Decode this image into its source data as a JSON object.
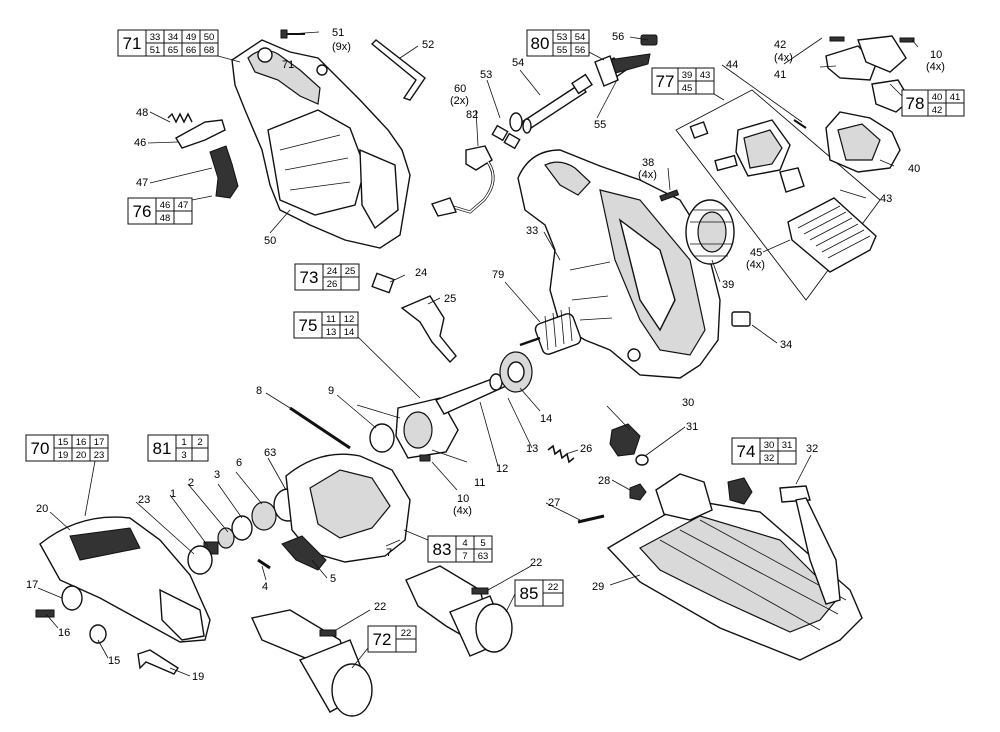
{
  "diagram": {
    "part_labels": [
      "51",
      "(9x)",
      "52",
      "56",
      "42",
      "(4x)",
      "10",
      "(4x)",
      "41",
      "71",
      "60",
      "(2x)",
      "53",
      "54",
      "44",
      "48",
      "82",
      "55",
      "46",
      "47",
      "38",
      "(4x)",
      "40",
      "43",
      "50",
      "33",
      "45",
      "(4x)",
      "39",
      "24",
      "25",
      "79",
      "34",
      "8",
      "9",
      "30",
      "31",
      "32",
      "10",
      "(4x)",
      "63",
      "14",
      "13",
      "12",
      "11",
      "26",
      "28",
      "6",
      "3",
      "27",
      "2",
      "23",
      "1",
      "20",
      "4",
      "5",
      "7",
      "22",
      "29",
      "17",
      "16",
      "15",
      "22",
      "19"
    ],
    "kits": [
      {
        "main": "71",
        "subs": [
          "33",
          "34",
          "49",
          "50",
          "51",
          "65",
          "66",
          "68"
        ]
      },
      {
        "main": "80",
        "subs": [
          "53",
          "54",
          "55",
          "56"
        ]
      },
      {
        "main": "77",
        "subs": [
          "39",
          "43",
          "45",
          ""
        ]
      },
      {
        "main": "78",
        "subs": [
          "40",
          "41",
          "42",
          ""
        ]
      },
      {
        "main": "76",
        "subs": [
          "46",
          "47",
          "48",
          ""
        ]
      },
      {
        "main": "73",
        "subs": [
          "24",
          "25",
          "26",
          ""
        ]
      },
      {
        "main": "75",
        "subs": [
          "11",
          "12",
          "13",
          "14"
        ]
      },
      {
        "main": "70",
        "subs": [
          "15",
          "16",
          "17",
          "19",
          "20",
          "23"
        ]
      },
      {
        "main": "81",
        "subs": [
          "1",
          "2",
          "3",
          ""
        ]
      },
      {
        "main": "74",
        "subs": [
          "30",
          "31",
          "32",
          ""
        ]
      },
      {
        "main": "83",
        "subs": [
          "4",
          "5",
          "7",
          "63"
        ]
      },
      {
        "main": "85",
        "subs": [
          "22",
          ""
        ]
      },
      {
        "main": "72",
        "subs": [
          "22",
          ""
        ]
      }
    ]
  }
}
